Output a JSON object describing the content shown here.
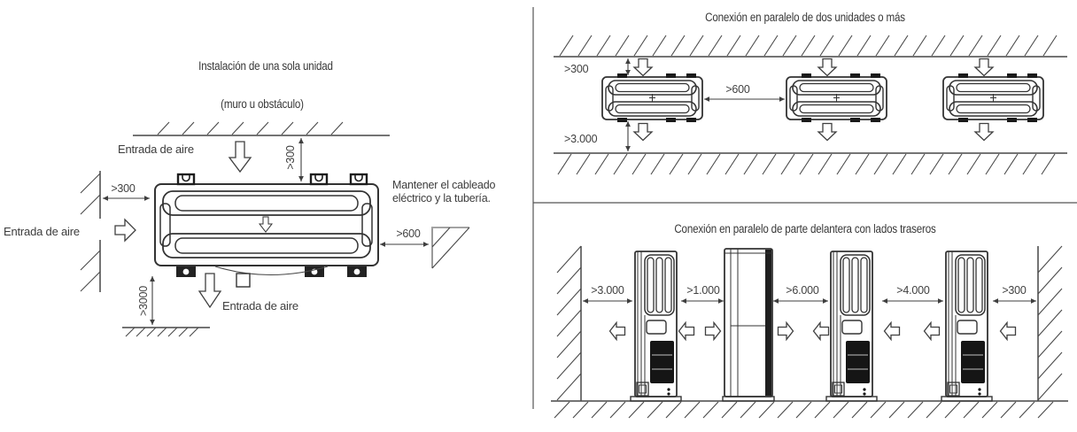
{
  "panels": {
    "single": {
      "title": "Instalación de una sola unidad",
      "wall_note": "(muro u obstáculo)",
      "air_inlet_top": "Entrada de aire",
      "air_inlet_left": "Entrada de aire",
      "air_inlet_bottom": "Entrada de aire",
      "cable_note": "Mantener el cableado eléctrico y la tubería.",
      "dim_left": ">300",
      "dim_top": ">300",
      "dim_right": ">600",
      "dim_bottom": ">3000"
    },
    "parallel_top": {
      "title": "Conexión en paralelo de dos unidades o más",
      "dim_top": ">300",
      "dim_bottom": ">3.000",
      "dim_between": ">600"
    },
    "parallel_bottom": {
      "title": "Conexión en paralelo de parte delantera con lados traseros",
      "dims": {
        "d1": ">3.000",
        "d2": ">1.000",
        "d3": ">6.000",
        "d4": ">4.000",
        "d5": ">300"
      }
    }
  }
}
